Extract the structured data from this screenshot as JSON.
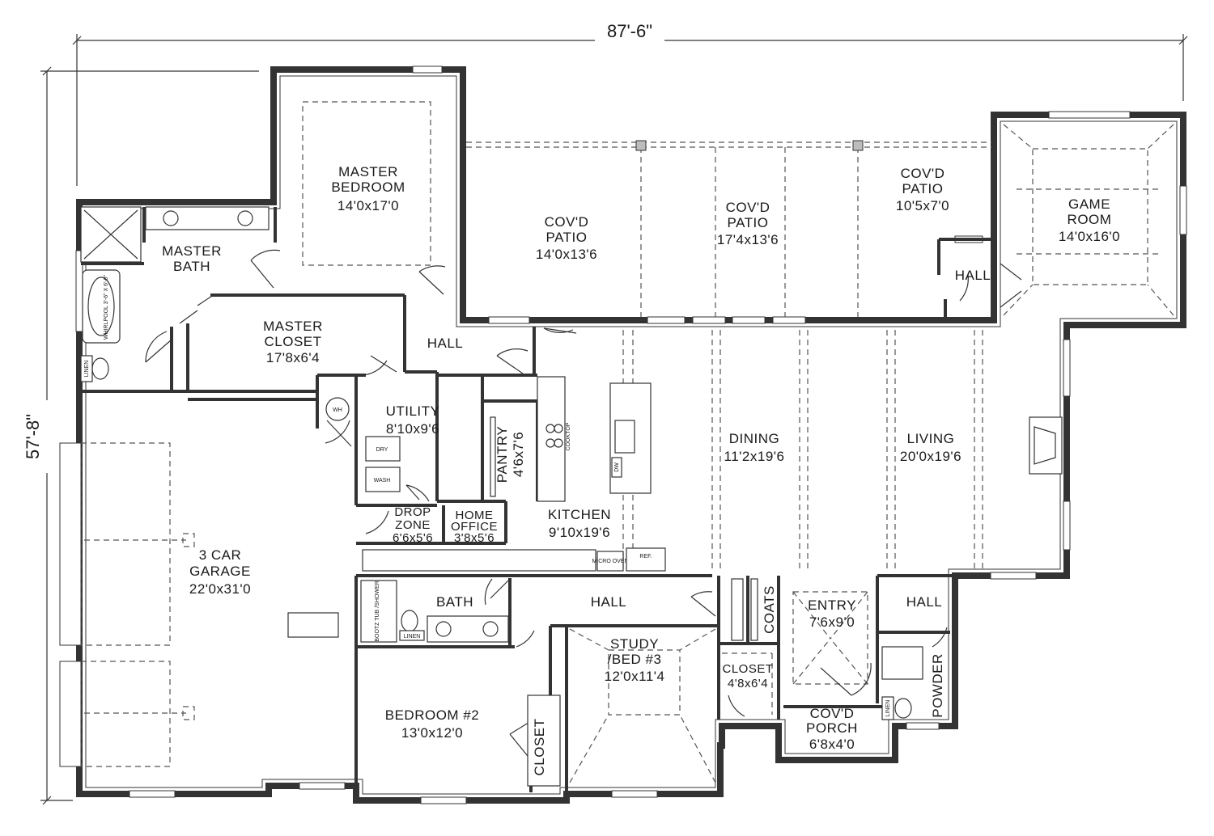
{
  "dimensions": {
    "width_label": "87'-6\"",
    "depth_label": "57'-8\""
  },
  "rooms": {
    "master_bedroom": {
      "name_1": "MASTER",
      "name_2": "BEDROOM",
      "size": "14'0x17'0"
    },
    "master_bath": {
      "name_1": "MASTER",
      "name_2": "BATH"
    },
    "master_closet": {
      "name_1": "MASTER",
      "name_2": "CLOSET",
      "size": "17'8x6'4"
    },
    "patio_1": {
      "name_1": "COV'D",
      "name_2": "PATIO",
      "size": "14'0x13'6"
    },
    "patio_2": {
      "name_1": "COV'D",
      "name_2": "PATIO",
      "size": "17'4x13'6"
    },
    "patio_3": {
      "name_1": "COV'D",
      "name_2": "PATIO",
      "size": "10'5x7'0"
    },
    "game_room": {
      "name_1": "GAME",
      "name_2": "ROOM",
      "size": "14'0x16'0"
    },
    "hall_game": {
      "name": "HALL"
    },
    "hall_master": {
      "name": "HALL"
    },
    "utility": {
      "name": "UTILITY",
      "size": "8'10x9'6"
    },
    "pantry": {
      "name": "PANTRY",
      "size": "4'6x7'6"
    },
    "dining": {
      "name": "DINING",
      "size": "11'2x19'6"
    },
    "living": {
      "name": "LIVING",
      "size": "20'0x19'6"
    },
    "kitchen": {
      "name": "KITCHEN",
      "size": "9'10x19'6"
    },
    "drop_zone": {
      "name_1": "DROP",
      "name_2": "ZONE",
      "size": "6'6x5'6"
    },
    "home_office": {
      "name_1": "HOME",
      "name_2": "OFFICE",
      "size": "3'8x5'6"
    },
    "garage": {
      "name_1": "3 CAR",
      "name_2": "GARAGE",
      "size": "22'0x31'0"
    },
    "bath": {
      "name": "BATH"
    },
    "hall_bed": {
      "name": "HALL"
    },
    "study": {
      "name_1": "STUDY",
      "name_2": "/BED #3",
      "size": "12'0x11'4"
    },
    "bedroom_2": {
      "name": "BEDROOM #2",
      "size": "13'0x12'0"
    },
    "closet_bed2": {
      "name": "CLOSET"
    },
    "closet_study": {
      "name": "CLOSET",
      "size": "4'8x6'4"
    },
    "coats": {
      "name": "COATS"
    },
    "entry": {
      "name": "ENTRY",
      "size": "7'6x9'0"
    },
    "hall_powder": {
      "name": "HALL"
    },
    "powder": {
      "name": "POWDER"
    },
    "porch": {
      "name_1": "COV'D",
      "name_2": "PORCH",
      "size": "6'8x4'0"
    }
  },
  "fixtures": {
    "wh": "WH",
    "linen_1": "LINEN",
    "linen_2": "LINEN",
    "linen_3": "LINEN",
    "dry": "DRY",
    "wash": "WASH",
    "dw": "DW",
    "cooktop": "COOKTOP",
    "micro_oven": "MICRO OVEN",
    "ref": "REF.",
    "whirlpool": "WHIRLPOOL 3'-6\" X 6'-0\"",
    "tub_shower": "BOOTZ TUB /SHOWER"
  }
}
